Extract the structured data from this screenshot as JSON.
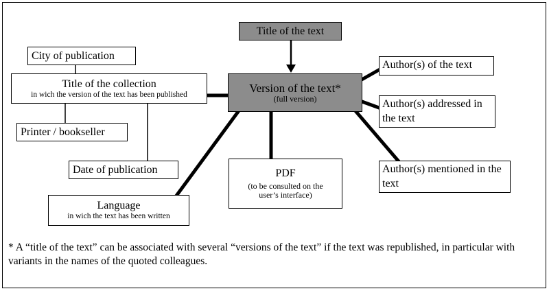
{
  "diagram": {
    "nodes": {
      "title_of_text": {
        "label": "Title of the text"
      },
      "version": {
        "label": "Version of the text*",
        "sub": "(full version)"
      },
      "city": {
        "label": "City of publication"
      },
      "collection": {
        "label": "Title of the collection",
        "sub": "in wich the version of the text has been published"
      },
      "printer": {
        "label": "Printer / bookseller"
      },
      "date": {
        "label": "Date of publication"
      },
      "language": {
        "label": "Language",
        "sub": "in wich the text has been written"
      },
      "pdf": {
        "label": "PDF",
        "sub": "(to be consulted on the user’s interface)"
      },
      "author_of_text": {
        "label": "Author(s) of the text"
      },
      "author_addressed": {
        "label": "Author(s) addressed in the text"
      },
      "author_mentioned": {
        "label": "Author(s) mentioned in the text"
      }
    },
    "footnote": "* A “title of the text” can be associated with several “versions of the text” if the text was republished, in particular with variants in the names of the quoted colleagues.",
    "colors": {
      "node_fill_gray": "#8c8c8c",
      "node_fill_white": "#ffffff",
      "line": "#000000"
    }
  }
}
